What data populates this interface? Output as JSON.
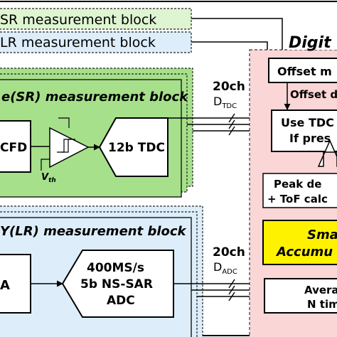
{
  "labels": {
    "sr_top": "SR measurement block",
    "lr_top": "LR measurement block",
    "digital": "Digit",
    "sr_block_title": "e(SR) measurement block",
    "lr_block_title": "Y(LR) measurement block",
    "cfd": "CFD",
    "vth": "V",
    "vth_sub": "th",
    "tdc": "12b TDC",
    "adc_line1": "400MS/s",
    "adc_line2": "5b NS-SAR",
    "adc_line3": "ADC",
    "a_block": "A",
    "ch_tdc": "20ch",
    "d_tdc": "D",
    "d_tdc_sub": "TDC",
    "ch_adc": "20ch",
    "d_adc": "D",
    "d_adc_sub": "ADC",
    "offset_box": "Offset m",
    "offset_d": "Offset d",
    "use_tdc_1": "Use TDC",
    "use_tdc_2": "If pres",
    "peak_1": "Peak de",
    "peak_2": "+ ToF calc",
    "smart_1": "Sma",
    "smart_2": "Accumu",
    "avg_1": "Avera",
    "avg_2": "N tim"
  },
  "colors": {
    "sr_fill": "#dff5d2",
    "sr_block_fill": "#a6e08a",
    "lr_fill": "#ddeefa",
    "digital_fill": "#fad6d6",
    "smart_fill": "#fff200"
  }
}
